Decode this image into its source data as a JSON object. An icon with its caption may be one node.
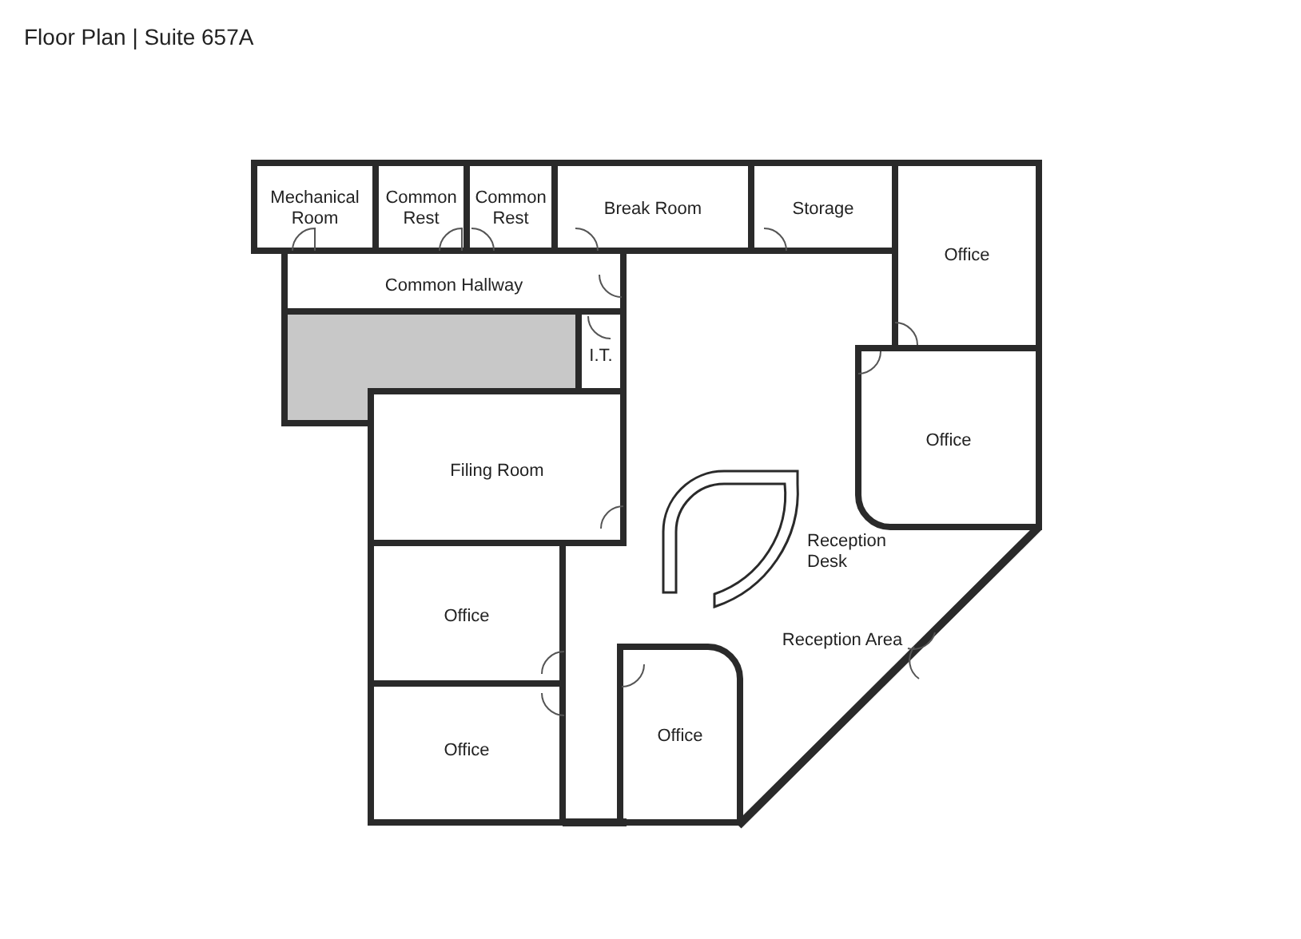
{
  "diagram": {
    "title": "Floor Plan | Suite 657A",
    "nodes": [
      {
        "text": [
          "Mechanical Room"
        ]
      },
      {
        "text": [
          "Common Rest"
        ]
      },
      {
        "text": [
          "Common Rest"
        ]
      },
      {
        "text": [
          "Break Room"
        ]
      },
      {
        "text": [
          "Storage"
        ]
      },
      {
        "text": [
          "Office"
        ]
      },
      {
        "text": [
          "Common Hallway"
        ]
      },
      {
        "text": [
          "I.T."
        ]
      },
      {
        "text": [],
        "shape": "box"
      },
      {
        "text": [
          "Office"
        ]
      },
      {
        "text": [
          "Filing Room"
        ]
      },
      {
        "text": [
          "Reception Area"
        ]
      },
      {
        "text": [
          "Reception Desk"
        ],
        "in": 11
      },
      {
        "text": [
          "Office"
        ]
      },
      {
        "text": [
          "Office"
        ]
      },
      {
        "text": [
          "Office"
        ]
      }
    ]
  }
}
